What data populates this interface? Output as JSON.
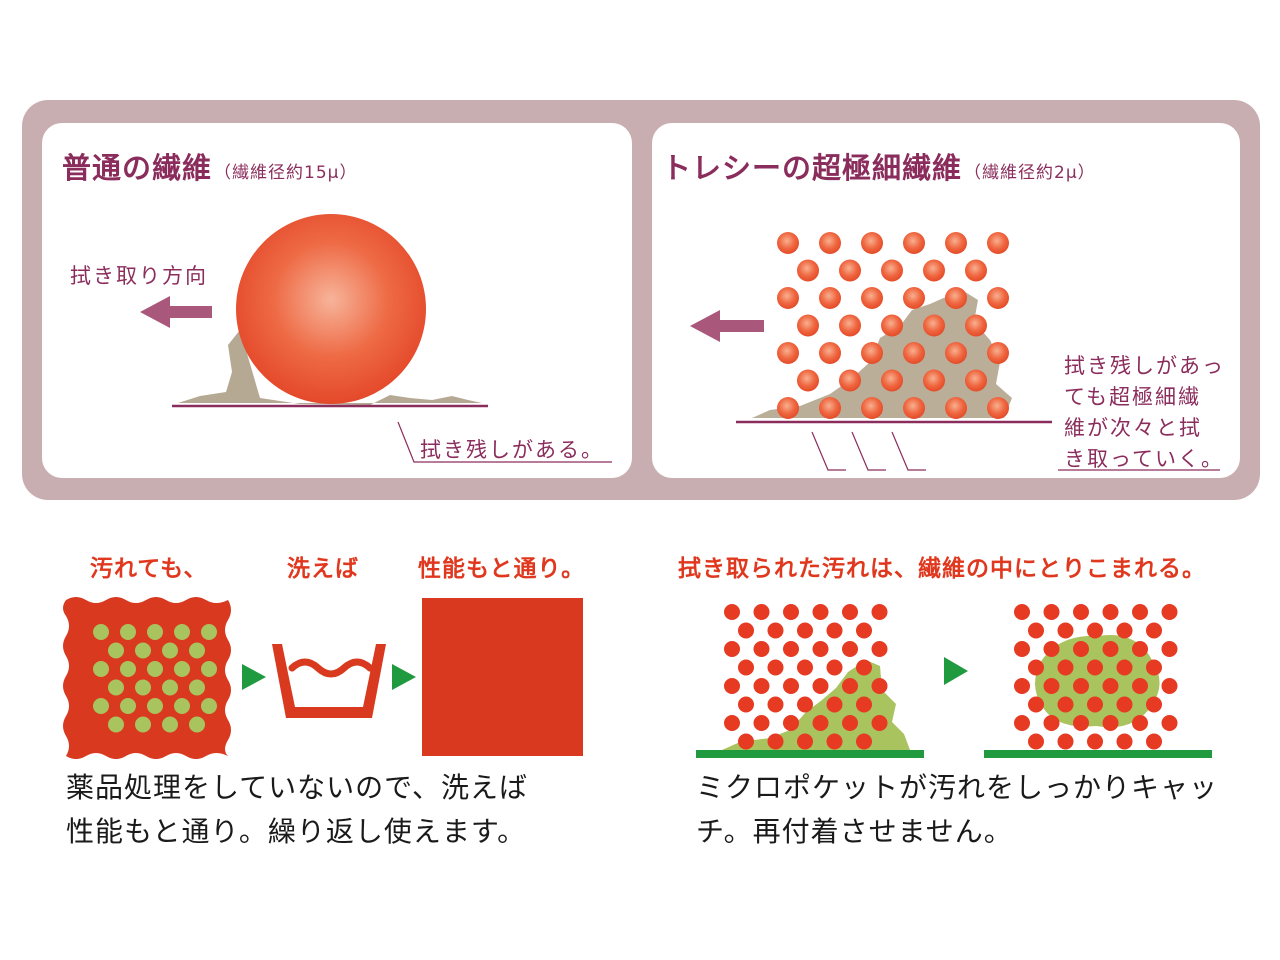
{
  "top": {
    "left_panel": {
      "title": "普通の繊維",
      "subtitle": "（繊維径約15μ）",
      "direction_label": "拭き取り方向",
      "residue_label": "拭き残しがある。"
    },
    "right_panel": {
      "title": "トレシーの超極細繊維",
      "subtitle": "（繊維径約2μ）",
      "note_lines": [
        "拭き残しがあっ",
        "ても超極細繊",
        "維が次々と拭",
        "き取っていく。"
      ]
    }
  },
  "bottom_left": {
    "step_labels": [
      "汚れても、",
      "洗えば",
      "性能もと通り。"
    ],
    "description_lines": [
      "薬品処理をしていないので、洗えば",
      "性能もと通り。繰り返し使えます。"
    ]
  },
  "bottom_right": {
    "heading": "拭き取られた汚れは、繊維の中にとりこまれる。",
    "description_lines": [
      "ミクロポケットが汚れをしっかりキャッ",
      "チ。再付着させません。"
    ]
  },
  "colors": {
    "frame": "#c8aeb1",
    "accent_text": "#8b2d5c",
    "arrow": "#a9577b",
    "fiber": "#e84a2a",
    "dirt": "#a99a80",
    "green_dirt": "#a9c35e",
    "red_fabric": "#d8391f",
    "green_arrow": "#1f9a3f"
  }
}
